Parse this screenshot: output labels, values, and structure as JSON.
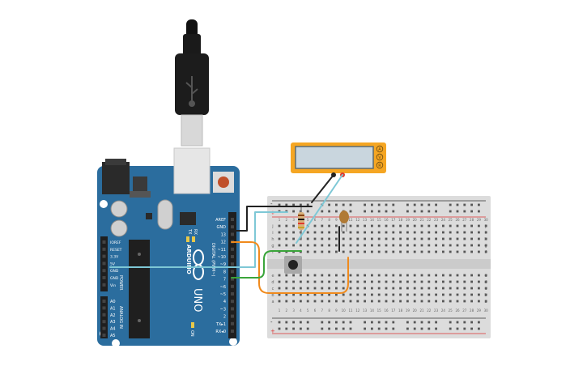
{
  "canvas": {
    "background": "#ffffff"
  },
  "arduino": {
    "brand": "ARDUINO",
    "model": "UNO",
    "board_color": "#2b6d9e",
    "power_pins": [
      "IOREF",
      "RESET",
      "3.3V",
      "5V",
      "GND",
      "GND",
      "Vin"
    ],
    "power_header": "POWER",
    "analog_pins": [
      "A0",
      "A1",
      "A2",
      "A3",
      "A4",
      "A5"
    ],
    "analog_header": "ANALOG IN",
    "digital_pins": [
      "AREF",
      "GND",
      "13",
      "12",
      "~11",
      "~10",
      "~9",
      "8",
      "7",
      "~6",
      "~5",
      "4",
      "~3",
      "2",
      "TX▸1",
      "RX◂0"
    ],
    "digital_header": "DIGITAL (PWM~)",
    "leds": {
      "l": "L",
      "tx": "TX",
      "rx": "RX",
      "on": "ON"
    }
  },
  "multimeter": {
    "body_color": "#f5a623",
    "screen_color": "#c9d6de",
    "buttons": [
      "A",
      "V",
      "R"
    ]
  },
  "breadboard": {
    "body_color": "#dcdcdc",
    "row_letters_top": [
      "j",
      "i",
      "h",
      "g",
      "f"
    ],
    "row_letters_bottom": [
      "e",
      "d",
      "c",
      "b",
      "a"
    ],
    "column_count": 30,
    "rail_minus": "-",
    "rail_plus": "+"
  },
  "wire_colors": {
    "black": "#222222",
    "red": "#e03a2f",
    "cyan": "#7ec8d6",
    "orange": "#f08a1c",
    "green": "#3aa53a"
  }
}
